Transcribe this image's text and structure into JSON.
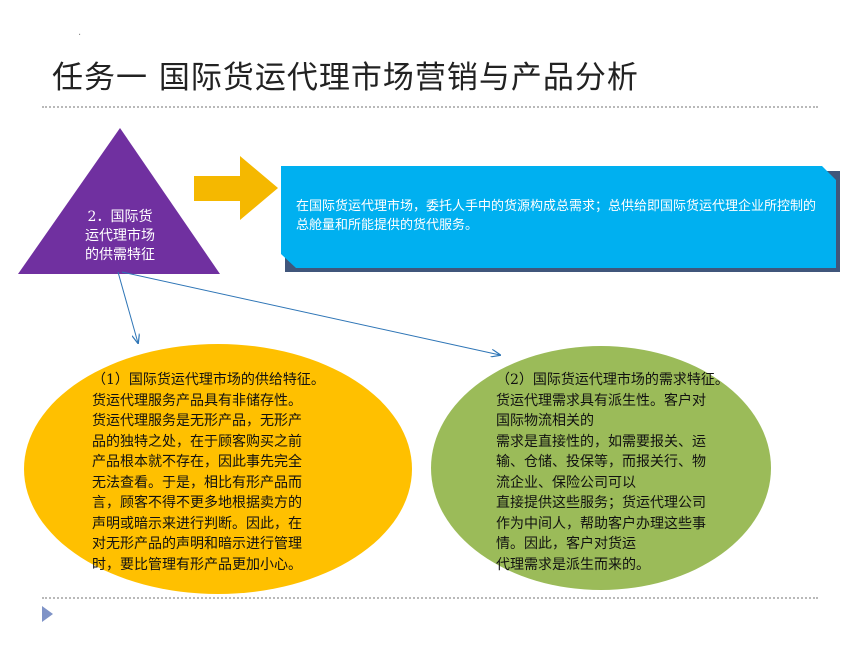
{
  "title": "任务一 国际货运代理市场营销与产品分析",
  "triangle": {
    "label_lines": [
      "2．国际货",
      "运代理市场",
      "的供需特征"
    ],
    "color": "#7030a0"
  },
  "demand_supply_box": {
    "text": "在国际货运代理市场，委托人手中的货源构成总需求；总供给即国际货运代理企业所控制的总舱量和所能提供的货代服务。",
    "color": "#00b0f0"
  },
  "supply_oval": {
    "color": "#ffc000",
    "lines": [
      "（1）国际货运代理市场的供给特征。",
      "货运代理服务产品具有非储存性。",
      "货运代理服务是无形产品，无形产",
      "品的独特之处，在于顾客购买之前",
      "产品根本就不存在，因此事先完全",
      "无法查看。于是，相比有形产品而",
      "言，顾客不得不更多地根据卖方的",
      "声明或暗示来进行判断。因此，在",
      "对无形产品的声明和暗示进行管理",
      "时，要比管理有形产品更加小心。"
    ]
  },
  "demand_oval": {
    "color": "#9bbb59",
    "lines": [
      "（2）国际货运代理市场的需求特征。",
      "货运代理需求具有派生性。客户对",
      "国际物流相关的",
      "需求是直接性的，如需要报关、运",
      "输、仓储、投保等，而报关行、物",
      "流企业、保险公司可以",
      "直接提供这些服务；货运代理公司",
      "作为中间人，帮助客户办理这些事",
      "情。因此，客户对货运",
      "代理需求是派生而来的。"
    ]
  },
  "arrow_color": "#f5b800",
  "connector_color": "#2e75b6"
}
